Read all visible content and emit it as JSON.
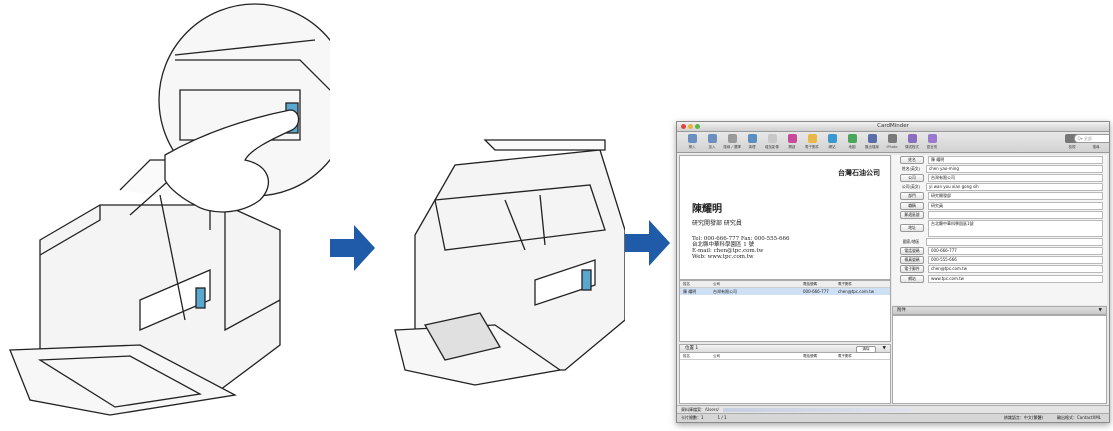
{
  "window": {
    "title": "CardMinder"
  },
  "toolbar": {
    "items": [
      "掃入",
      "加入",
      "搜尋 / 選擇",
      "清理",
      "增加影像",
      "開啟",
      "電子郵件",
      "網站",
      "地圖",
      "匯出檔案",
      "iPhoto",
      "傳送程式"
    ],
    "extra_label": "語言別",
    "right_labels": [
      "檢視",
      "搜尋"
    ],
    "search_placeholder": "Q▾ 全部"
  },
  "card": {
    "company": "台灣石油公司",
    "name": "陳耀明",
    "dept": "研究開發部  研究員",
    "lines": [
      "Tel: 000-666-777   Fax: 000-555-666",
      "台北縣中華科學園區 1 號",
      "E-mail: chen@tpc.com.tw",
      "Web: www.tpc.com.tw"
    ]
  },
  "list": {
    "headers": [
      "姓名",
      "公司",
      "電話號碼",
      "電子郵件"
    ],
    "row": [
      "陳 耀明",
      "台灣有限公司",
      "000-666-777",
      "chen@tpc.com.tw"
    ]
  },
  "list2": {
    "title": "位置 1",
    "button": "清除",
    "headers": [
      "姓名",
      "公司",
      "電話號碼",
      "電子郵件"
    ]
  },
  "form": {
    "fields": [
      {
        "label": "姓名",
        "value": "陳 耀明"
      },
      {
        "label": "姓名(英文)",
        "value": "chen yao-ming"
      },
      {
        "label": "公司",
        "value": "台灣有限公司"
      },
      {
        "label": "公司(英文)",
        "value": "yi wan you xian gong sih"
      },
      {
        "label": "部門",
        "value": "研究開發部"
      },
      {
        "label": "職稱",
        "value": "研究員"
      },
      {
        "label": "郵遞區號",
        "value": ""
      },
      {
        "label": "地址",
        "value": "台北縣中華科學園區1號"
      },
      {
        "label": "",
        "value": ""
      },
      {
        "label": "國家/地區",
        "value": ""
      },
      {
        "label": "電話號碼",
        "value": "000-666-777"
      },
      {
        "label": "傳真號碼",
        "value": "000-555-666"
      },
      {
        "label": "電子郵件",
        "value": "chen@tpc.com.tw"
      },
      {
        "label": "網站",
        "value": "www.tpc.com.tw"
      }
    ]
  },
  "notes": {
    "label": "附件"
  },
  "status": {
    "path_label": "資料庫檔案：/Users/",
    "count_label": "卡片總數：1",
    "page": "1 / 1",
    "ocr": "辨識語言：中文(繁體)",
    "export": "輸出格式：ContactXML"
  },
  "colors": {
    "arrow": "#1f5ba8",
    "scanner_button": "#5aa7cf"
  }
}
